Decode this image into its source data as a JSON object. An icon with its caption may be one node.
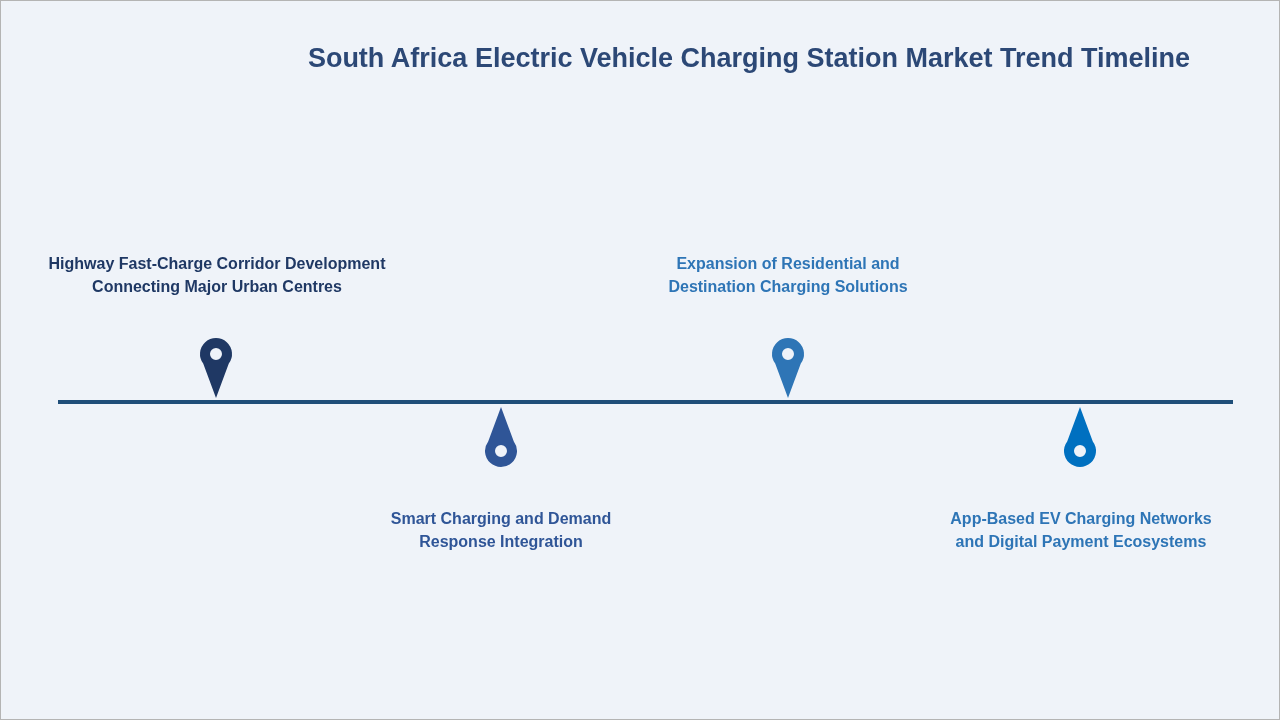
{
  "diagram": {
    "title": "South Africa Electric Vehicle Charging Station Market Trend Timeline",
    "labels": [
      "Highway Fast-Charge Corridor Development Connecting Major Urban Centres",
      "Smart Charging and Demand Response Integration",
      "Expansion of Residential and Destination Charging Solutions",
      "App-Based EV Charging Networks and Digital Payment Ecosystems"
    ]
  }
}
